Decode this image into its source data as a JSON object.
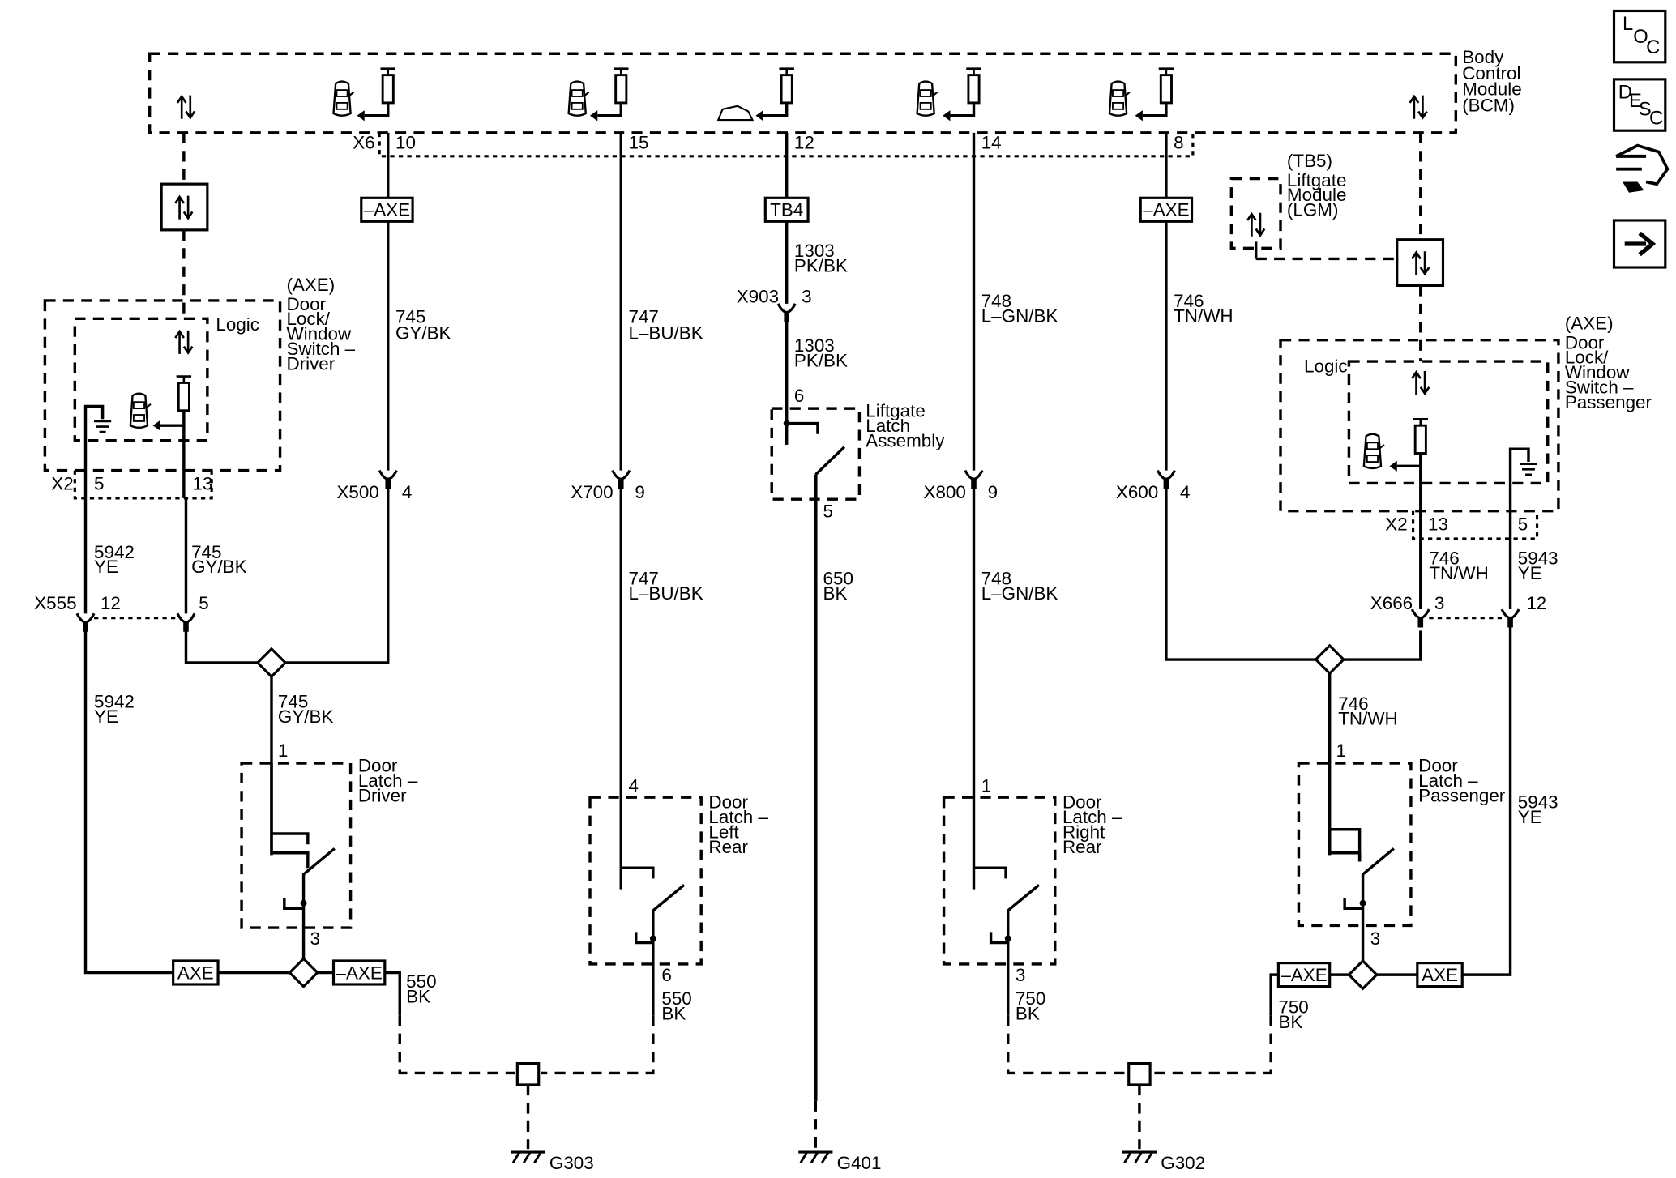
{
  "bcm": {
    "name": "Body Control Module (BCM)",
    "connector": "X6",
    "pins": [
      "10",
      "15",
      "12",
      "14",
      "8"
    ]
  },
  "tb5": {
    "name": "(TB5) Liftgate Module (LGM)"
  },
  "driver_switch": {
    "option": "(AXE)",
    "name": "Door Lock/ Window Switch – Driver",
    "logic": "Logic",
    "connector": "X2",
    "pins": [
      "5",
      "13"
    ]
  },
  "passenger_switch": {
    "option": "(AXE)",
    "name": "Door Lock/ Window Switch – Passenger",
    "logic": "Logic",
    "connector": "X2",
    "pins": [
      "13",
      "5"
    ]
  },
  "tags": {
    "minus_axe": "–AXE",
    "axe": "AXE",
    "tb4": "TB4"
  },
  "inline": {
    "x500": {
      "id": "X500",
      "pin": "4"
    },
    "x700": {
      "id": "X700",
      "pin": "9"
    },
    "x800": {
      "id": "X800",
      "pin": "9"
    },
    "x600": {
      "id": "X600",
      "pin": "4"
    },
    "x903": {
      "id": "X903",
      "pin": "3"
    },
    "x555": {
      "id": "X555",
      "pin": "12",
      "pin2": "5"
    },
    "x666": {
      "id": "X666",
      "pin": "3",
      "pin2": "12"
    }
  },
  "wires": {
    "c745": "745",
    "gy_bk": "GY/BK",
    "c747": "747",
    "lbu_bk": "L–BU/BK",
    "c1303": "1303",
    "pk_bk": "PK/BK",
    "c748": "748",
    "lgn_bk": "L–GN/BK",
    "c746": "746",
    "tn_wh": "TN/WH",
    "c5942": "5942",
    "c5943": "5943",
    "ye": "YE",
    "c650": "650",
    "c550": "550",
    "c750": "750",
    "bk": "BK"
  },
  "components": {
    "liftgate_latch": {
      "name": "Liftgate Latch Assembly",
      "pin_top": "6",
      "pin_bottom": "5"
    },
    "door_latch_driver": {
      "name": "Door Latch – Driver",
      "pin_top": "1",
      "pin_bottom": "3"
    },
    "door_latch_left_rear": {
      "name": "Door Latch – Left Rear",
      "pin_top": "4",
      "pin_bottom": "6"
    },
    "door_latch_right_rear": {
      "name": "Door Latch – Right Rear",
      "pin_top": "1",
      "pin_bottom": "3"
    },
    "door_latch_passenger": {
      "name": "Door Latch – Passenger",
      "pin_top": "1",
      "pin_bottom": "3"
    }
  },
  "grounds": [
    "G303",
    "G401",
    "G302"
  ],
  "nav": {
    "loc": {
      "a": "L",
      "b": "O",
      "c": "C"
    },
    "desc": {
      "a": "D",
      "b": "E",
      "c": "S",
      "d": "C"
    }
  }
}
